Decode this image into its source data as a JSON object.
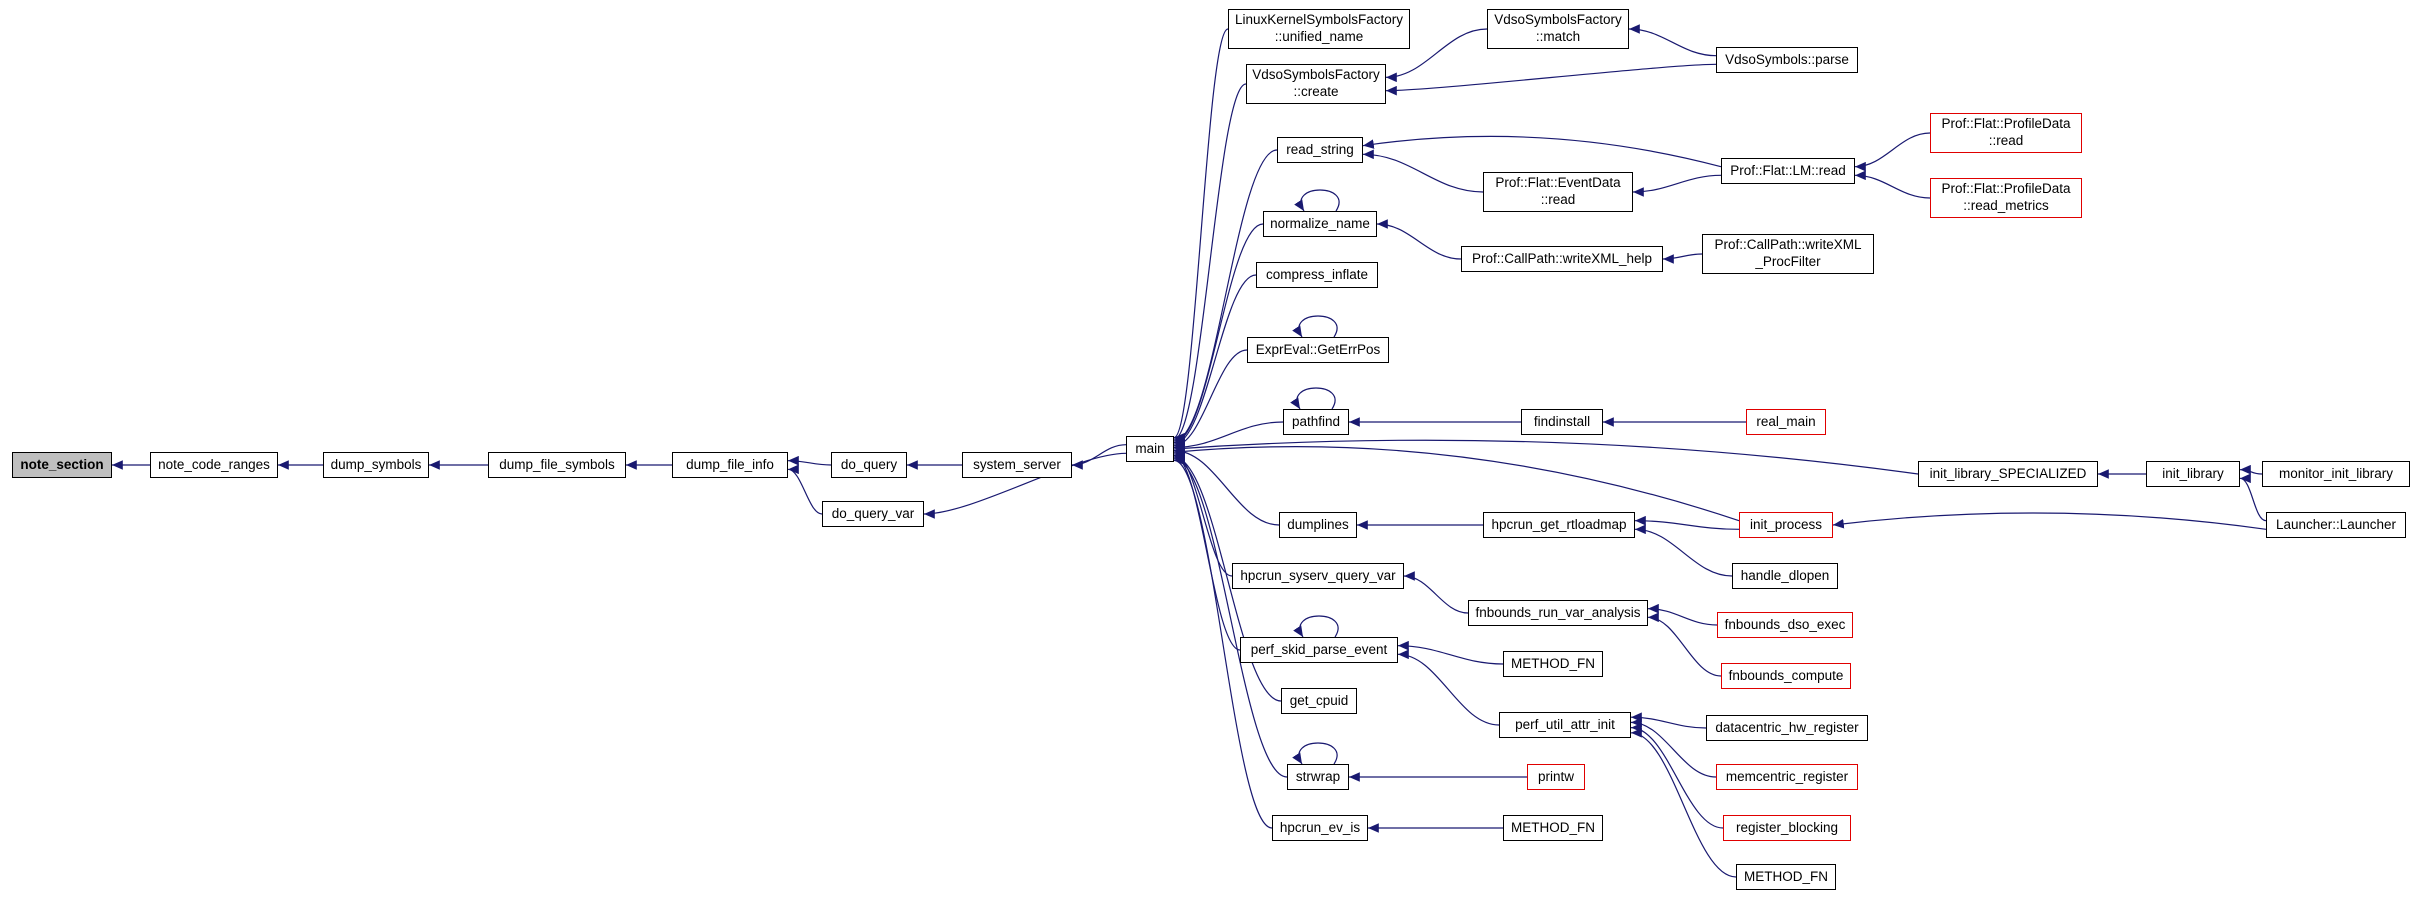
{
  "diagram": {
    "type": "doxygen-caller-graph",
    "focal_node": "note_section",
    "colors": {
      "edge": "#191970",
      "node_border": "#000000",
      "node_fill": "#ffffff",
      "focal_fill": "#bfbfbf",
      "truncated_border": "#e00000"
    },
    "nodes": {
      "note_section": {
        "label": "note_section",
        "style": "focal"
      },
      "note_code_ranges": {
        "label": "note_code_ranges",
        "style": "normal"
      },
      "dump_symbols": {
        "label": "dump_symbols",
        "style": "normal"
      },
      "dump_file_symbols": {
        "label": "dump_file_symbols",
        "style": "normal"
      },
      "dump_file_info": {
        "label": "dump_file_info",
        "style": "normal"
      },
      "do_query": {
        "label": "do_query",
        "style": "normal"
      },
      "do_query_var": {
        "label": "do_query_var",
        "style": "normal"
      },
      "system_server": {
        "label": "system_server",
        "style": "normal"
      },
      "main": {
        "label": "main",
        "style": "normal"
      },
      "lksf_unified_name": {
        "label": "LinuxKernelSymbolsFactory\n::unified_name",
        "style": "normal"
      },
      "vsf_create": {
        "label": "VdsoSymbolsFactory\n::create",
        "style": "normal"
      },
      "read_string": {
        "label": "read_string",
        "style": "normal"
      },
      "normalize_name": {
        "label": "normalize_name",
        "style": "normal"
      },
      "compress_inflate": {
        "label": "compress_inflate",
        "style": "normal"
      },
      "expreval_geterrpos": {
        "label": "ExprEval::GetErrPos",
        "style": "normal"
      },
      "pathfind": {
        "label": "pathfind",
        "style": "normal"
      },
      "dumplines": {
        "label": "dumplines",
        "style": "normal"
      },
      "hpcrun_syserv_query_var": {
        "label": "hpcrun_syserv_query_var",
        "style": "normal"
      },
      "perf_skid_parse_event": {
        "label": "perf_skid_parse_event",
        "style": "normal"
      },
      "get_cpuid": {
        "label": "get_cpuid",
        "style": "normal"
      },
      "strwrap": {
        "label": "strwrap",
        "style": "normal"
      },
      "hpcrun_ev_is": {
        "label": "hpcrun_ev_is",
        "style": "normal"
      },
      "vsf_match": {
        "label": "VdsoSymbolsFactory\n::match",
        "style": "normal"
      },
      "eventdata_read": {
        "label": "Prof::Flat::EventData\n::read",
        "style": "normal"
      },
      "writexml_help": {
        "label": "Prof::CallPath::writeXML_help",
        "style": "normal"
      },
      "findinstall": {
        "label": "findinstall",
        "style": "normal"
      },
      "hpcrun_get_rtloadmap": {
        "label": "hpcrun_get_rtloadmap",
        "style": "normal"
      },
      "fnbounds_run_var_analysis": {
        "label": "fnbounds_run_var_analysis",
        "style": "normal"
      },
      "method_fn_1": {
        "label": "METHOD_FN",
        "style": "normal"
      },
      "perf_util_attr_init": {
        "label": "perf_util_attr_init",
        "style": "normal"
      },
      "printw": {
        "label": "printw",
        "style": "truncated"
      },
      "method_fn_2": {
        "label": "METHOD_FN",
        "style": "normal"
      },
      "vdso_parse": {
        "label": "VdsoSymbols::parse",
        "style": "normal"
      },
      "lm_read": {
        "label": "Prof::Flat::LM::read",
        "style": "normal"
      },
      "writexml_procfilter": {
        "label": "Prof::CallPath::writeXML\n_ProcFilter",
        "style": "normal"
      },
      "real_main": {
        "label": "real_main",
        "style": "truncated"
      },
      "init_process": {
        "label": "init_process",
        "style": "truncated"
      },
      "handle_dlopen": {
        "label": "handle_dlopen",
        "style": "normal"
      },
      "fnbounds_dso_exec": {
        "label": "fnbounds_dso_exec",
        "style": "truncated"
      },
      "fnbounds_compute": {
        "label": "fnbounds_compute",
        "style": "truncated"
      },
      "datacentric_hw_register": {
        "label": "datacentric_hw_register",
        "style": "normal"
      },
      "memcentric_register": {
        "label": "memcentric_register",
        "style": "truncated"
      },
      "register_blocking": {
        "label": "register_blocking",
        "style": "truncated"
      },
      "method_fn_3": {
        "label": "METHOD_FN",
        "style": "normal"
      },
      "profiledata_read": {
        "label": "Prof::Flat::ProfileData\n::read",
        "style": "truncated"
      },
      "profiledata_read_metrics": {
        "label": "Prof::Flat::ProfileData\n::read_metrics",
        "style": "truncated"
      },
      "init_library_specialized": {
        "label": "init_library_SPECIALIZED",
        "style": "normal"
      },
      "init_library": {
        "label": "init_library",
        "style": "normal"
      },
      "monitor_init_library": {
        "label": "monitor_init_library",
        "style": "normal"
      },
      "launcher_launcher": {
        "label": "Launcher::Launcher",
        "style": "normal"
      }
    },
    "edges": [
      {
        "from": "note_code_ranges",
        "to": "note_section"
      },
      {
        "from": "dump_symbols",
        "to": "note_code_ranges"
      },
      {
        "from": "dump_file_symbols",
        "to": "dump_symbols"
      },
      {
        "from": "dump_file_info",
        "to": "dump_file_symbols"
      },
      {
        "from": "do_query",
        "to": "dump_file_info"
      },
      {
        "from": "do_query_var",
        "to": "dump_file_info"
      },
      {
        "from": "system_server",
        "to": "do_query"
      },
      {
        "from": "main",
        "to": "system_server"
      },
      {
        "from": "main",
        "to": "do_query_var"
      },
      {
        "from": "lksf_unified_name",
        "to": "main"
      },
      {
        "from": "vsf_create",
        "to": "main"
      },
      {
        "from": "read_string",
        "to": "main"
      },
      {
        "from": "normalize_name",
        "to": "main"
      },
      {
        "from": "compress_inflate",
        "to": "main"
      },
      {
        "from": "expreval_geterrpos",
        "to": "main"
      },
      {
        "from": "pathfind",
        "to": "main"
      },
      {
        "from": "dumplines",
        "to": "main"
      },
      {
        "from": "hpcrun_syserv_query_var",
        "to": "main"
      },
      {
        "from": "perf_skid_parse_event",
        "to": "main"
      },
      {
        "from": "get_cpuid",
        "to": "main"
      },
      {
        "from": "strwrap",
        "to": "main"
      },
      {
        "from": "hpcrun_ev_is",
        "to": "main"
      },
      {
        "from": "init_library_specialized",
        "to": "main"
      },
      {
        "from": "init_process",
        "to": "main"
      },
      {
        "from": "vsf_match",
        "to": "vsf_create"
      },
      {
        "from": "vdso_parse",
        "to": "vsf_match"
      },
      {
        "from": "vdso_parse",
        "to": "vsf_create"
      },
      {
        "from": "eventdata_read",
        "to": "read_string"
      },
      {
        "from": "lm_read",
        "to": "read_string"
      },
      {
        "from": "lm_read",
        "to": "eventdata_read"
      },
      {
        "from": "profiledata_read",
        "to": "lm_read"
      },
      {
        "from": "profiledata_read_metrics",
        "to": "lm_read"
      },
      {
        "from": "writexml_help",
        "to": "normalize_name"
      },
      {
        "from": "writexml_procfilter",
        "to": "writexml_help"
      },
      {
        "from": "normalize_name",
        "to": "normalize_name"
      },
      {
        "from": "expreval_geterrpos",
        "to": "expreval_geterrpos"
      },
      {
        "from": "findinstall",
        "to": "pathfind"
      },
      {
        "from": "real_main",
        "to": "findinstall"
      },
      {
        "from": "pathfind",
        "to": "pathfind"
      },
      {
        "from": "hpcrun_get_rtloadmap",
        "to": "dumplines"
      },
      {
        "from": "init_process",
        "to": "hpcrun_get_rtloadmap"
      },
      {
        "from": "handle_dlopen",
        "to": "hpcrun_get_rtloadmap"
      },
      {
        "from": "fnbounds_run_var_analysis",
        "to": "hpcrun_syserv_query_var"
      },
      {
        "from": "fnbounds_dso_exec",
        "to": "fnbounds_run_var_analysis"
      },
      {
        "from": "fnbounds_compute",
        "to": "fnbounds_run_var_analysis"
      },
      {
        "from": "method_fn_1",
        "to": "perf_skid_parse_event"
      },
      {
        "from": "perf_util_attr_init",
        "to": "perf_skid_parse_event"
      },
      {
        "from": "perf_skid_parse_event",
        "to": "perf_skid_parse_event"
      },
      {
        "from": "datacentric_hw_register",
        "to": "perf_util_attr_init"
      },
      {
        "from": "memcentric_register",
        "to": "perf_util_attr_init"
      },
      {
        "from": "register_blocking",
        "to": "perf_util_attr_init"
      },
      {
        "from": "method_fn_3",
        "to": "perf_util_attr_init"
      },
      {
        "from": "printw",
        "to": "strwrap"
      },
      {
        "from": "strwrap",
        "to": "strwrap"
      },
      {
        "from": "method_fn_2",
        "to": "hpcrun_ev_is"
      },
      {
        "from": "init_library",
        "to": "init_library_specialized"
      },
      {
        "from": "monitor_init_library",
        "to": "init_library"
      },
      {
        "from": "launcher_launcher",
        "to": "init_library"
      },
      {
        "from": "launcher_launcher",
        "to": "init_process"
      }
    ]
  }
}
